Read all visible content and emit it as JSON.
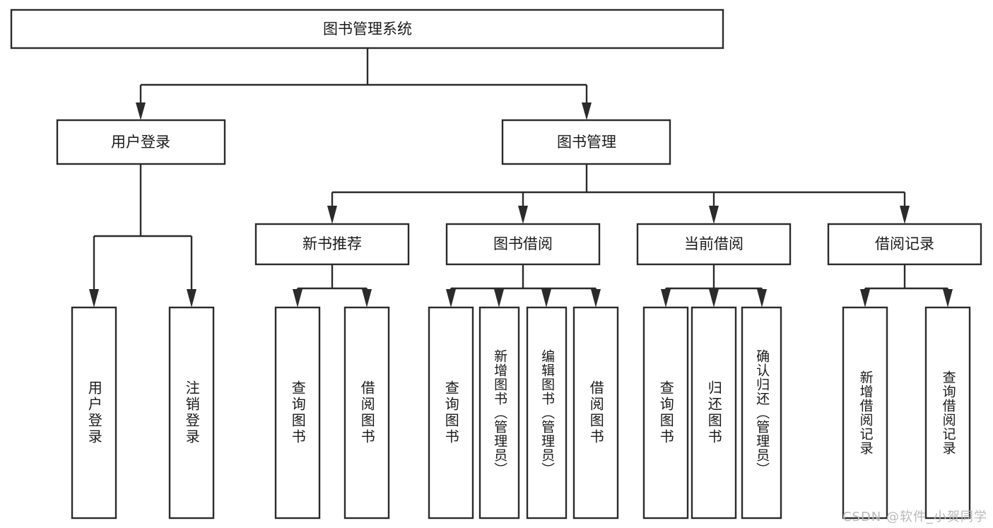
{
  "diagram": {
    "type": "tree-hierarchy",
    "title": "图书管理系统",
    "root": {
      "id": "root",
      "label": "图书管理系统"
    },
    "level2": [
      {
        "id": "user-login",
        "label": "用户登录"
      },
      {
        "id": "book-manage",
        "label": "图书管理"
      }
    ],
    "level3": [
      {
        "id": "new-book-rec",
        "label": "新书推荐",
        "parent": "book-manage"
      },
      {
        "id": "book-borrow",
        "label": "图书借阅",
        "parent": "book-manage"
      },
      {
        "id": "current-borrow",
        "label": "当前借阅",
        "parent": "book-manage"
      },
      {
        "id": "borrow-record",
        "label": "借阅记录",
        "parent": "book-manage"
      }
    ],
    "leaves": [
      {
        "id": "leaf-user-login",
        "label": "用户登录",
        "parent": "user-login"
      },
      {
        "id": "leaf-logout",
        "label": "注销登录",
        "parent": "user-login"
      },
      {
        "id": "leaf-query-book-1",
        "label": "查询图书",
        "parent": "new-book-rec"
      },
      {
        "id": "leaf-borrow-book-1",
        "label": "借阅图书",
        "parent": "new-book-rec"
      },
      {
        "id": "leaf-query-book-2",
        "label": "查询图书",
        "parent": "book-borrow"
      },
      {
        "id": "leaf-add-book",
        "label": "新增图书（管理员）",
        "parent": "book-borrow"
      },
      {
        "id": "leaf-edit-book",
        "label": "编辑图书（管理员）",
        "parent": "book-borrow"
      },
      {
        "id": "leaf-borrow-book-2",
        "label": "借阅图书",
        "parent": "book-borrow"
      },
      {
        "id": "leaf-query-book-3",
        "label": "查询图书",
        "parent": "current-borrow"
      },
      {
        "id": "leaf-return-book",
        "label": "归还图书",
        "parent": "current-borrow"
      },
      {
        "id": "leaf-confirm-return",
        "label": "确认归还（管理员）",
        "parent": "current-borrow"
      },
      {
        "id": "leaf-add-record",
        "label": "新增借阅记录",
        "parent": "borrow-record"
      },
      {
        "id": "leaf-query-record",
        "label": "查询借阅记录",
        "parent": "borrow-record"
      }
    ],
    "colors": {
      "stroke": "#2b2b2b",
      "fill": "#ffffff",
      "text": "#1a1a1a",
      "watermark": "#b9b9b9",
      "background": "#ffffff"
    }
  },
  "watermark": {
    "text": "CSDN @软件_小贺同学"
  }
}
